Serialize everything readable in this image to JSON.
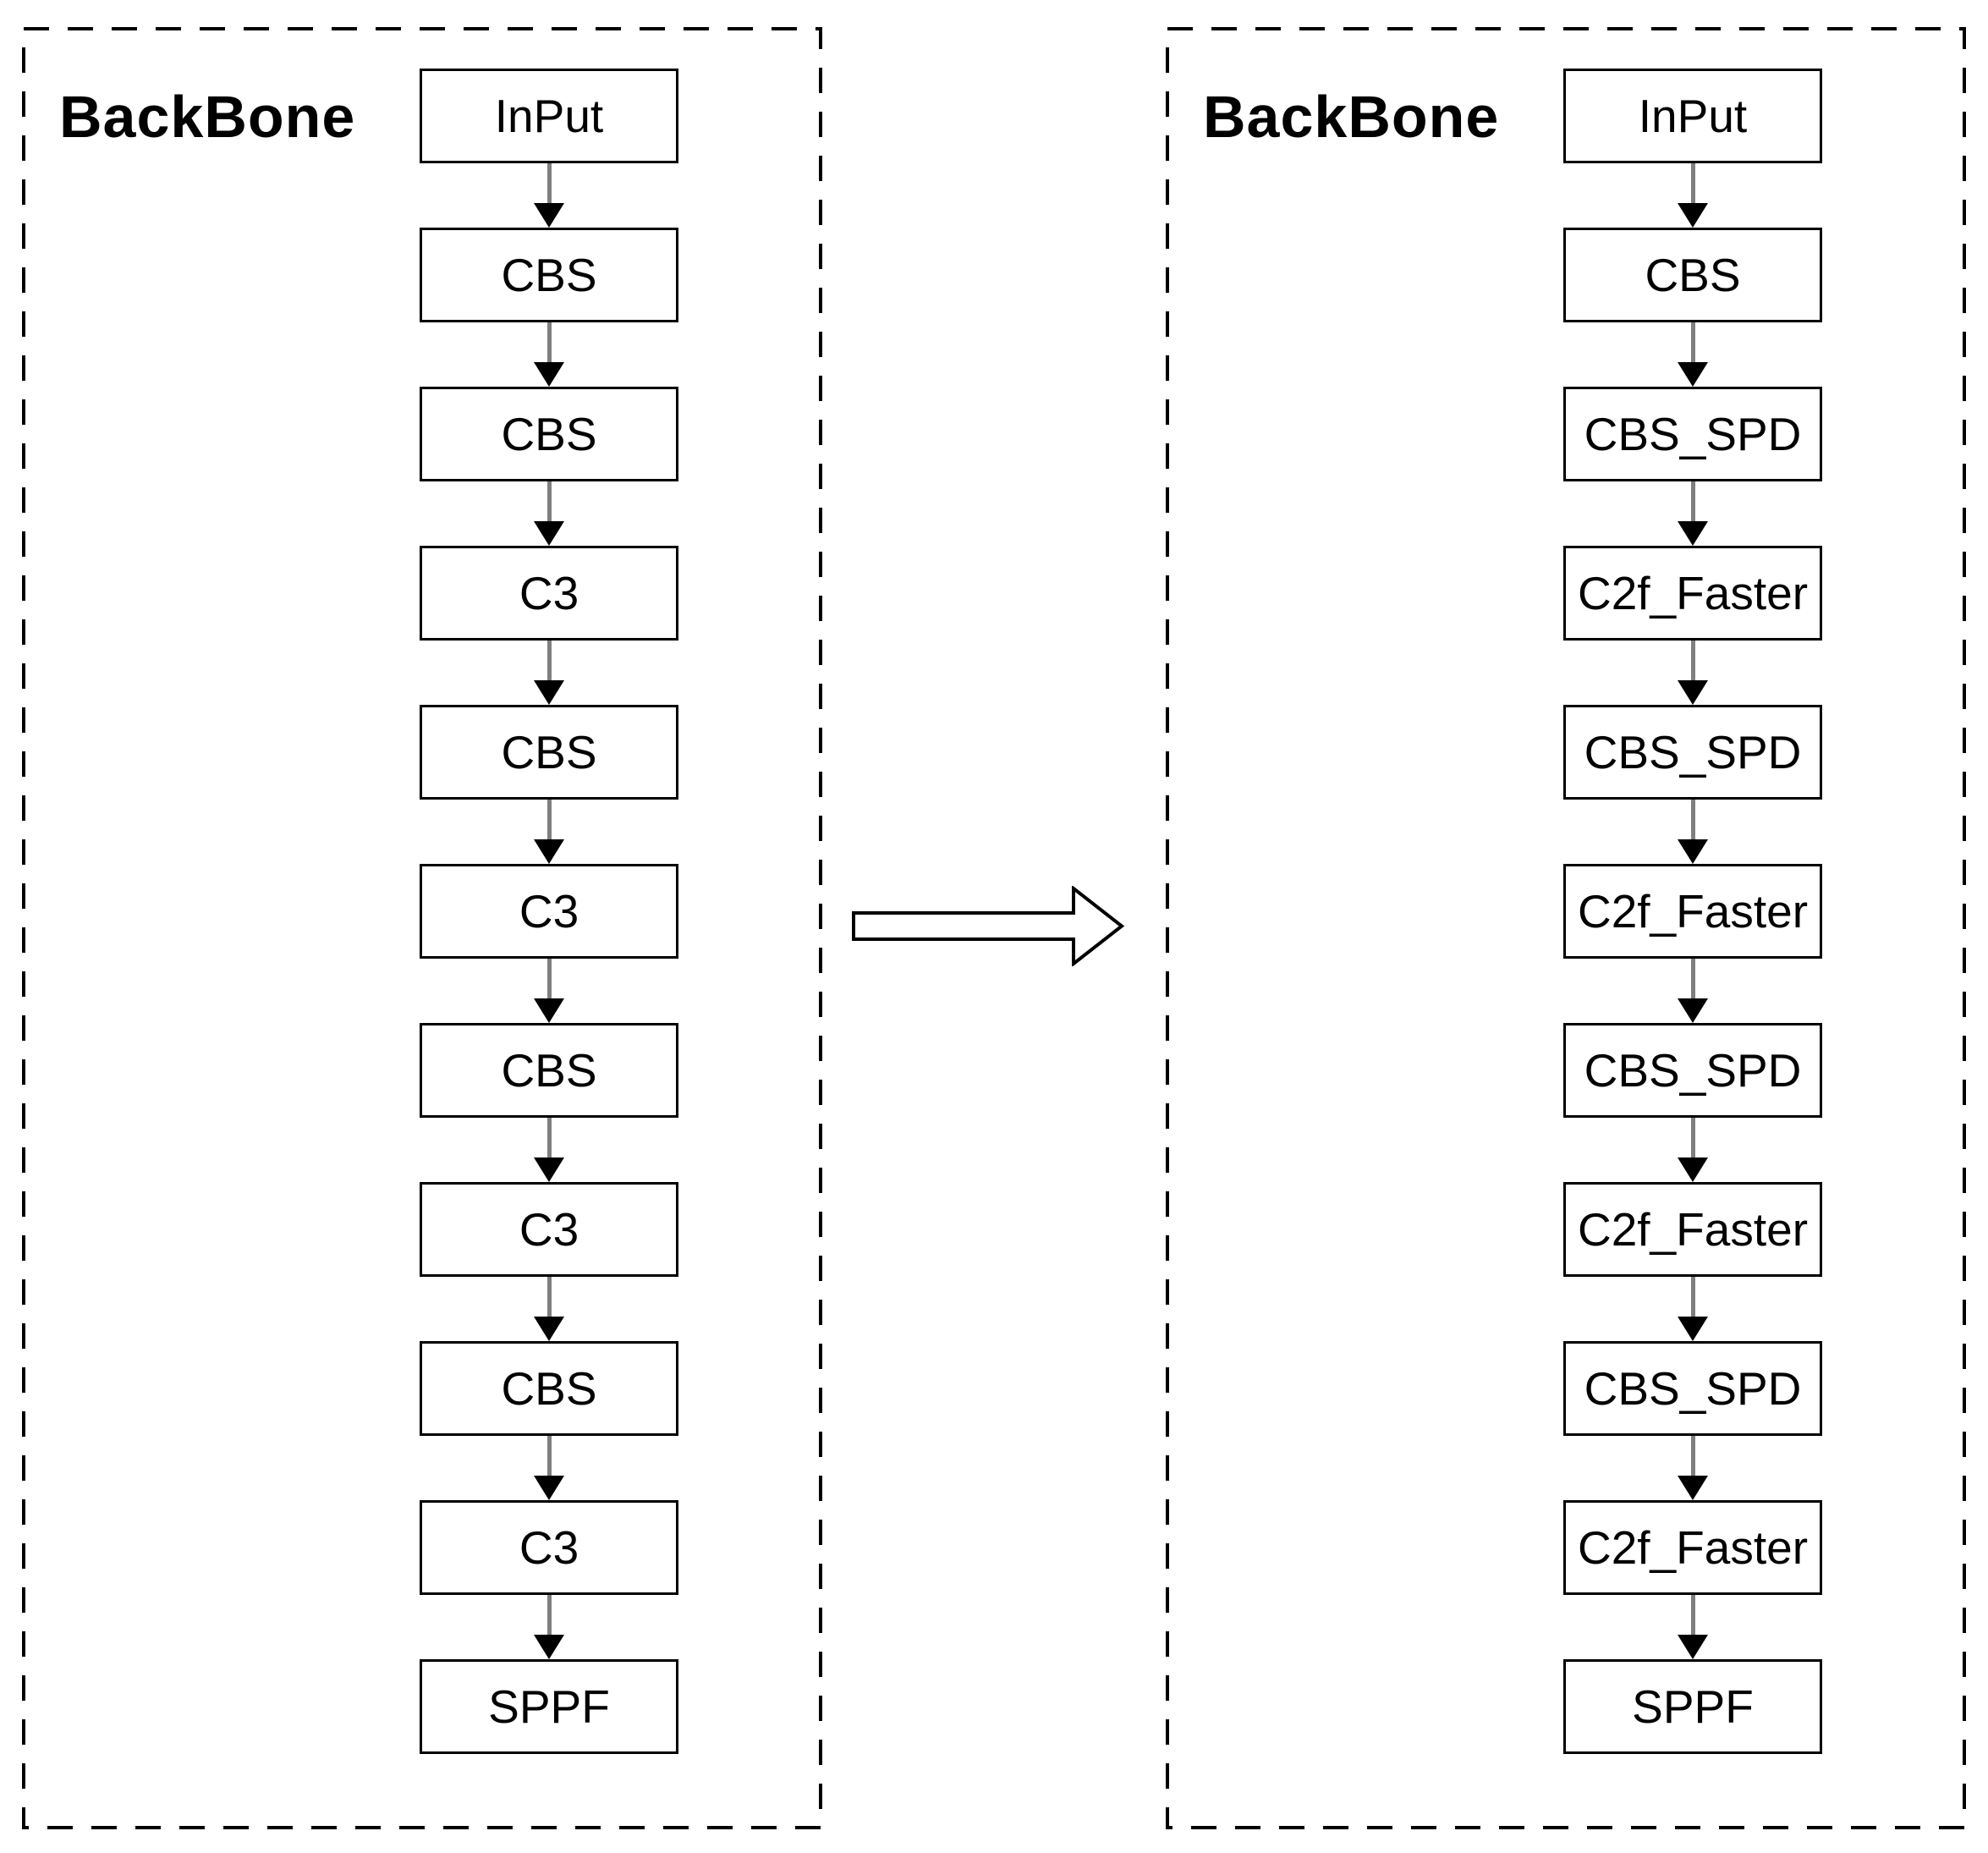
{
  "diagram": {
    "left_panel": {
      "title": "BackBone",
      "nodes": [
        "InPut",
        "CBS",
        "CBS",
        "C3",
        "CBS",
        "C3",
        "CBS",
        "C3",
        "CBS",
        "C3",
        "SPPF"
      ]
    },
    "right_panel": {
      "title": "BackBone",
      "nodes": [
        "InPut",
        "CBS",
        "CBS_SPD",
        "C2f_Faster",
        "CBS_SPD",
        "C2f_Faster",
        "CBS_SPD",
        "C2f_Faster",
        "CBS_SPD",
        "C2f_Faster",
        "SPPF"
      ]
    },
    "colors": {
      "stroke": "#000000",
      "connector_stem": "#7f7f7f",
      "background": "#ffffff"
    }
  }
}
